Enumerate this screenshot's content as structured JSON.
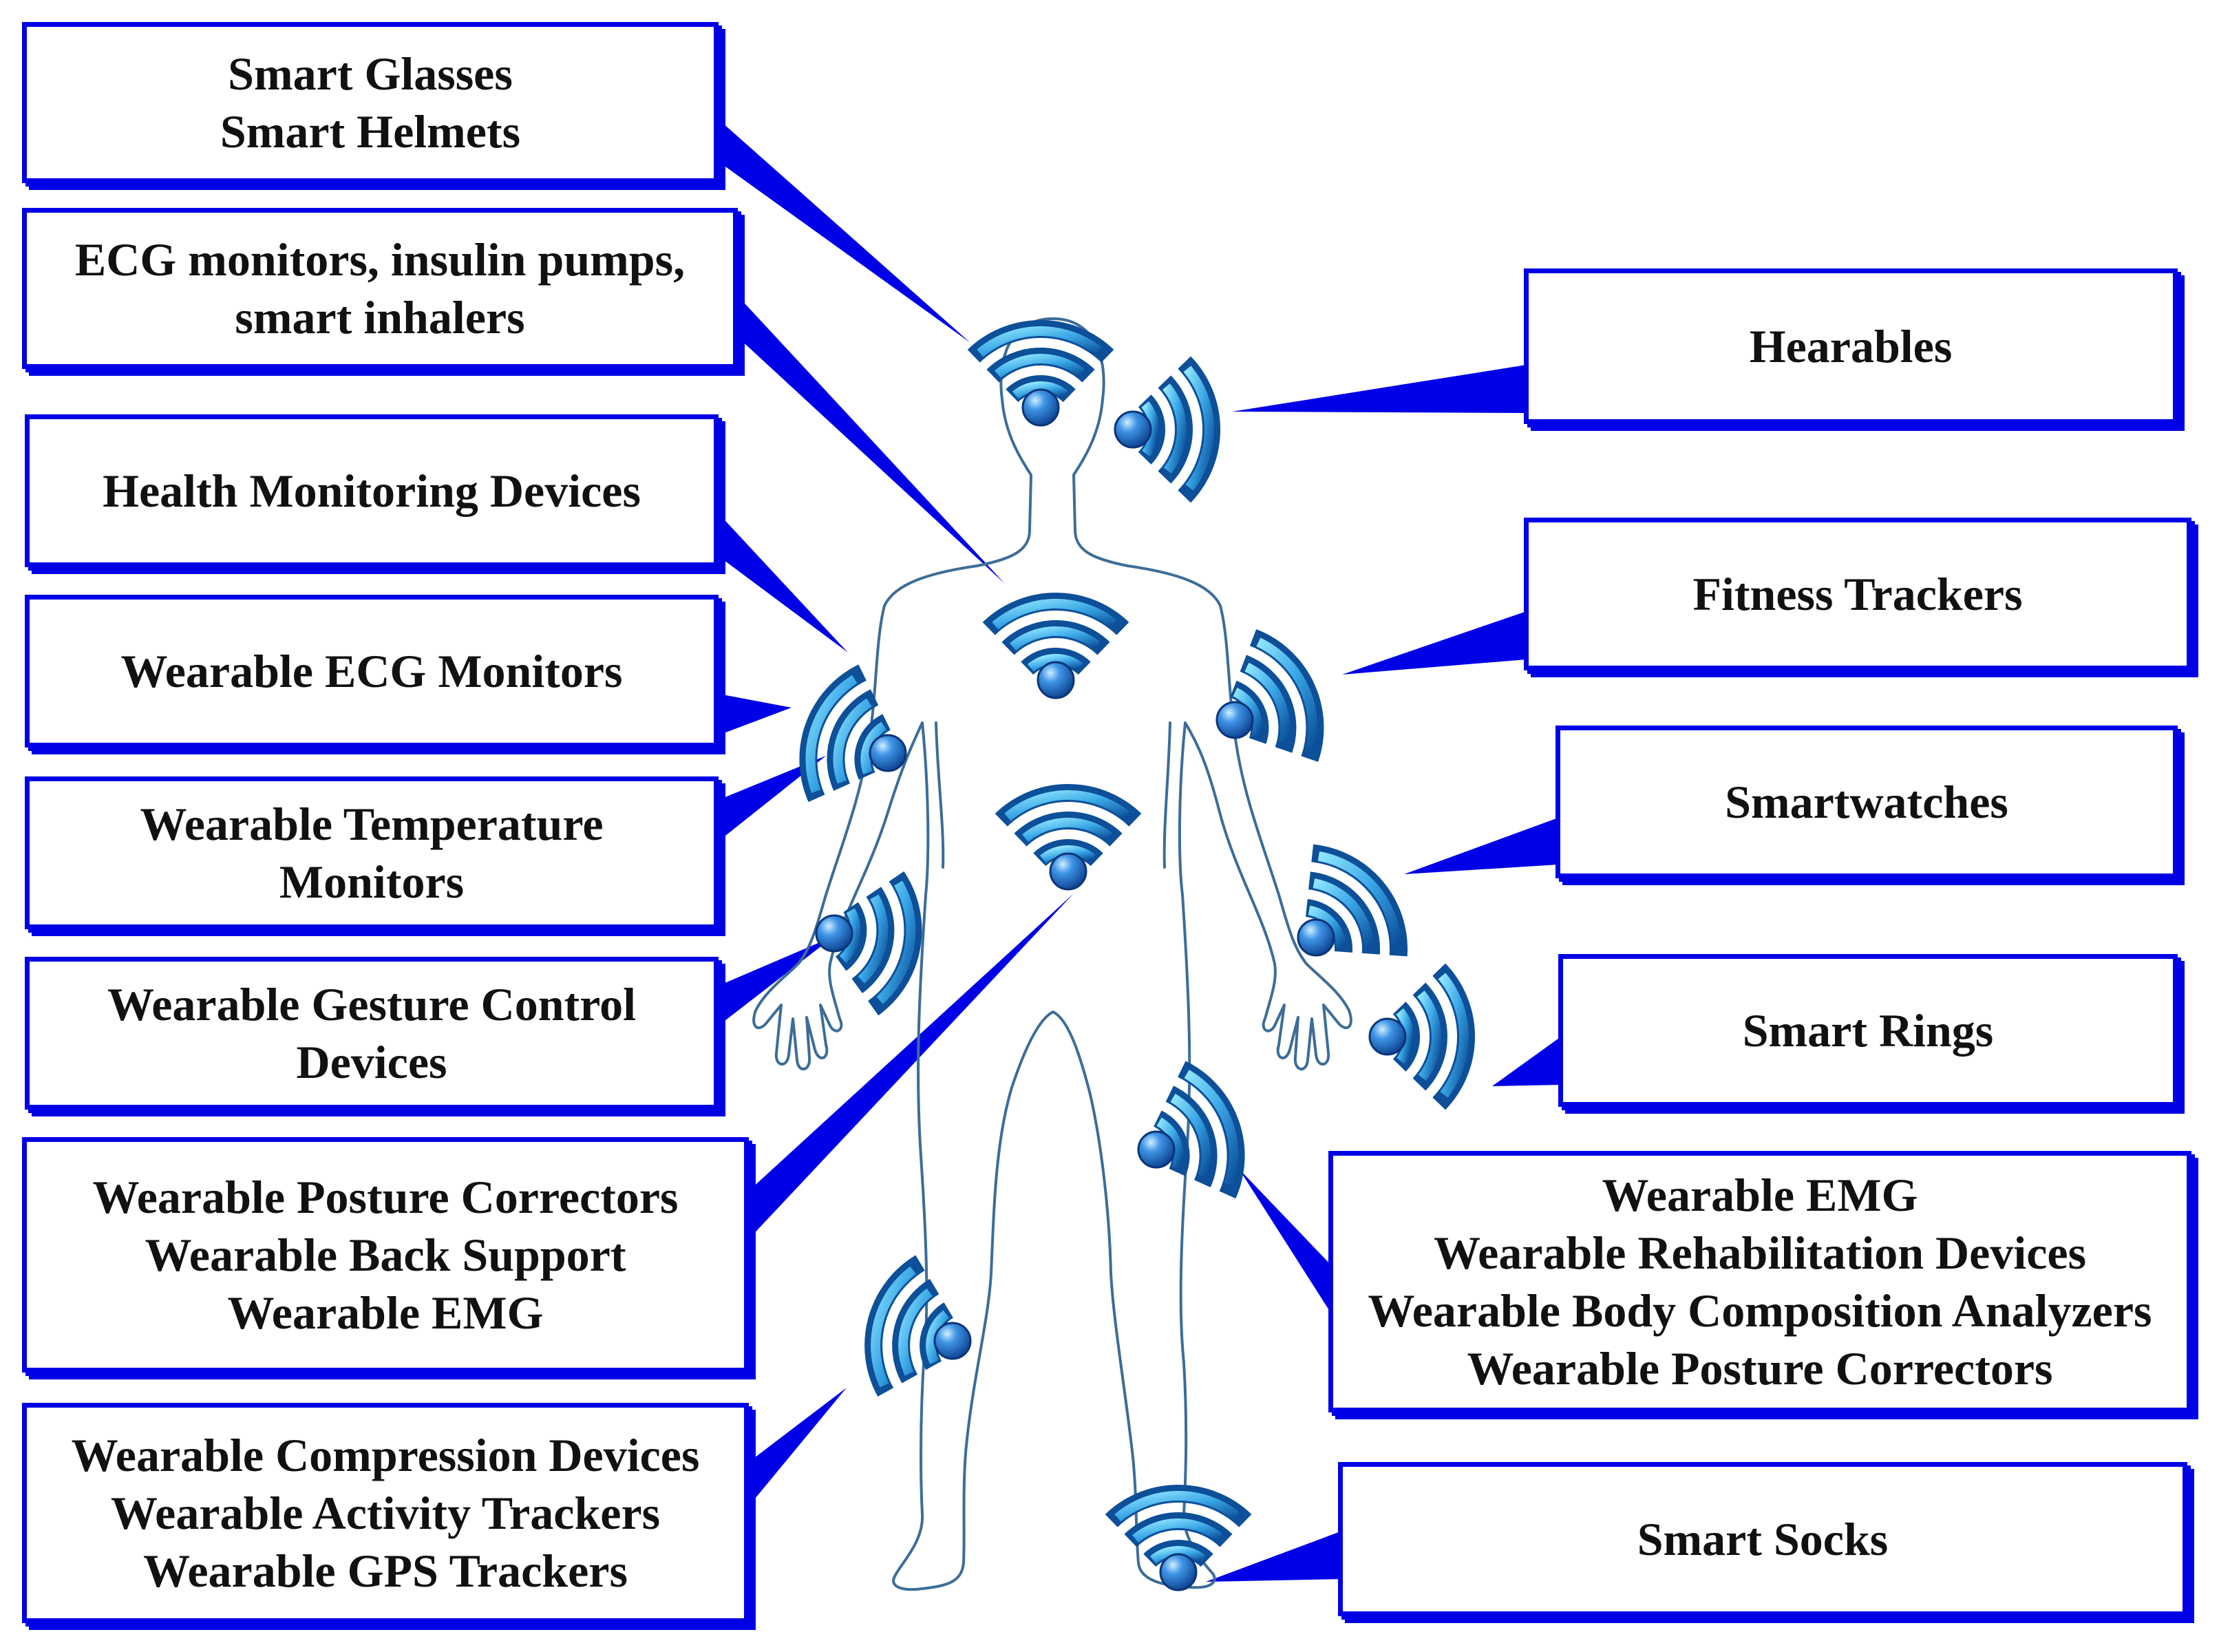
{
  "colors": {
    "callout_blue": "#0000e6",
    "figure_outline": "#3d6d98",
    "signal_dark": "#0f5faa",
    "signal_light": "#7fdcff",
    "sensor_dot": "#1a66c8"
  },
  "figure": {
    "icon": "human-body-outline",
    "sensor_icon": "wireless-signal-icon"
  },
  "labels": {
    "smart_glasses": {
      "lines": [
        "Smart Glasses",
        "Smart Helmets"
      ]
    },
    "ecg_pumps": {
      "lines": [
        "ECG monitors, insulin pumps,",
        "smart inhalers"
      ]
    },
    "health_monitoring": {
      "lines": [
        "Health Monitoring Devices"
      ]
    },
    "wearable_ecg": {
      "lines": [
        "Wearable ECG Monitors"
      ]
    },
    "temperature": {
      "lines": [
        "Wearable Temperature",
        "Monitors"
      ]
    },
    "gesture": {
      "lines": [
        "Wearable Gesture Control",
        "Devices"
      ]
    },
    "posture": {
      "lines": [
        "Wearable Posture Correctors",
        "Wearable Back Support",
        "Wearable EMG"
      ]
    },
    "compression": {
      "lines": [
        "Wearable Compression Devices",
        "Wearable Activity Trackers",
        "Wearable GPS Trackers"
      ]
    },
    "hearables": {
      "lines": [
        "Hearables"
      ]
    },
    "fitness": {
      "lines": [
        "Fitness Trackers"
      ]
    },
    "smartwatches": {
      "lines": [
        "Smartwatches"
      ]
    },
    "smart_rings": {
      "lines": [
        "Smart Rings"
      ]
    },
    "emg_rehab": {
      "lines": [
        "Wearable EMG",
        "Wearable Rehabilitation Devices",
        "Wearable Body Composition Analyzers",
        "Wearable Posture Correctors"
      ]
    },
    "smart_socks": {
      "lines": [
        "Smart Socks"
      ]
    }
  }
}
